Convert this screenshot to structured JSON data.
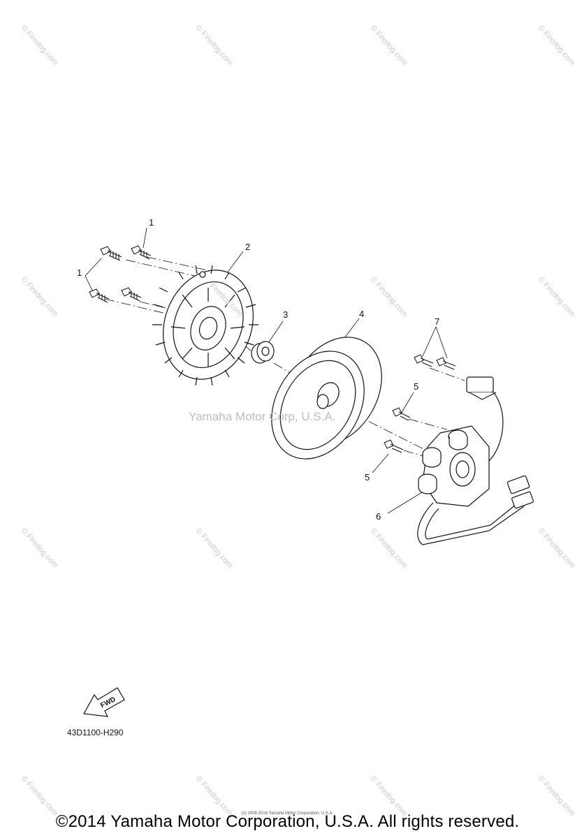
{
  "diagram": {
    "callouts": {
      "c1a": "1",
      "c1b": "1",
      "c2": "2",
      "c3": "3",
      "c4": "4",
      "c5a": "5",
      "c5b": "5",
      "c6": "6",
      "c7": "7"
    },
    "fwd_label": "FWD",
    "part_code": "43D1100-H290",
    "center_watermark": "Yamaha Motor Corp, U.S.A.",
    "site_watermark": "© Firedog.com",
    "fan_watermark": "Firedog.com",
    "copyright_small": "(c) 2008 2016 Yamaha Motor Corporation, U.S.A.",
    "copyright": "©2014 Yamaha Motor Corporation, U.S.A. All rights reserved."
  }
}
